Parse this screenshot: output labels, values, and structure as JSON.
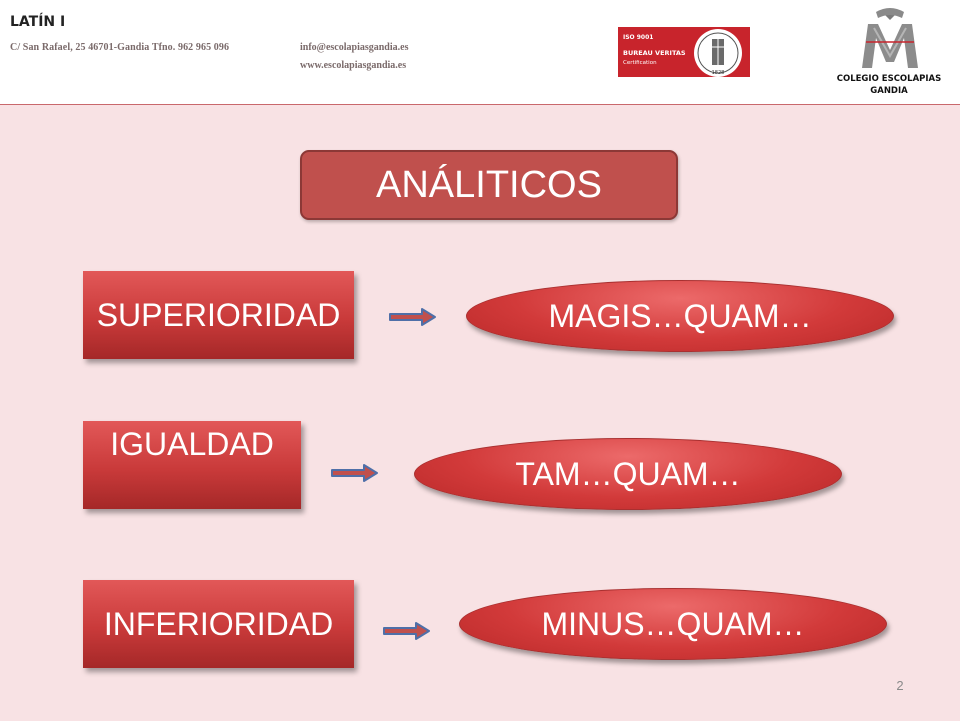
{
  "header": {
    "title": "LATÍN I",
    "address": "C/ San Rafael, 25 46701-Gandia Tfno. 962 965 096",
    "email": "info@escolapiasgandia.es",
    "website": "www.escolapiasgandia.es",
    "iso_label": "ISO 9001",
    "iso_brand": "BUREAU VERITAS",
    "iso_cert": "Certification",
    "iso_year": "1828",
    "school_line1": "COLEGIO ESCOLAPIAS",
    "school_line2": "GANDIA"
  },
  "slide": {
    "title": "ANÁLITICOS",
    "rows": [
      {
        "label": "SUPERIORIDAD",
        "value": "MAGIS…QUAM…"
      },
      {
        "label": "IGUALDAD",
        "value": "TAM…QUAM…"
      },
      {
        "label": "INFERIORIDAD",
        "value": "MINUS…QUAM…"
      }
    ],
    "page_number": "2"
  },
  "colors": {
    "accent": "#c0504d",
    "slide_background": "#f8e2e4",
    "arrow_fill": "#c0504d",
    "arrow_outline": "#4f6fa8"
  }
}
